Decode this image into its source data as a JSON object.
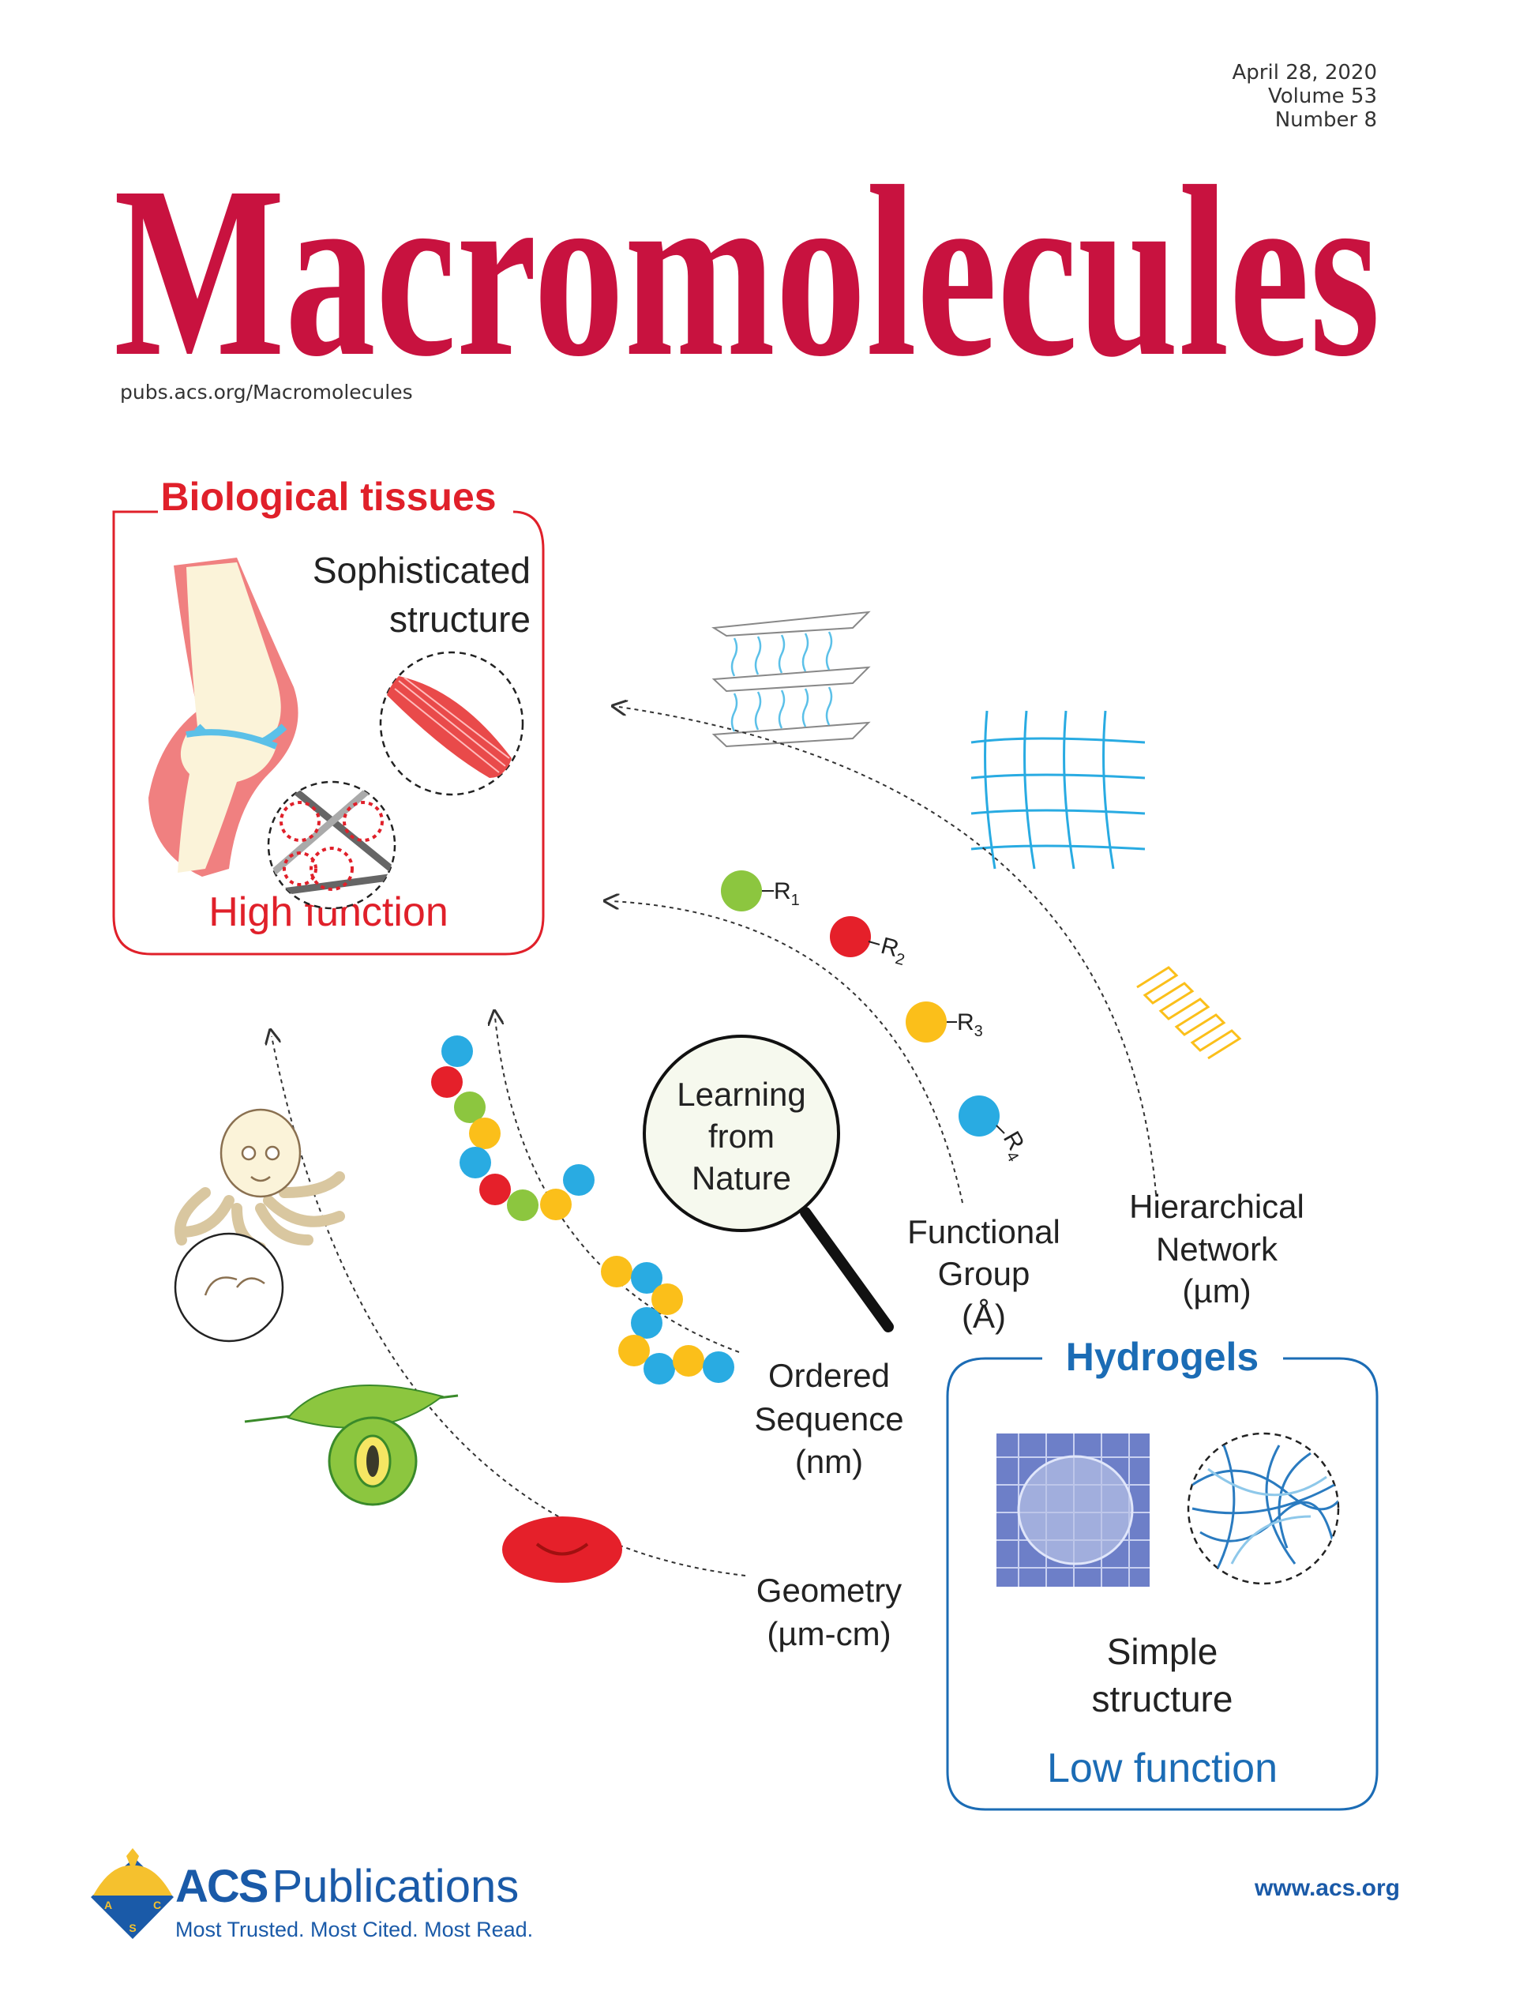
{
  "masthead": {
    "journal_title": "Macromolecules",
    "date": "April 28, 2020",
    "volume": "Volume 53",
    "number": "Number 8",
    "url": "pubs.acs.org/Macromolecules"
  },
  "cover_art": {
    "biological_tissues": {
      "title": "Biological tissues",
      "structure_line1": "Sophisticated",
      "structure_line2": "structure",
      "function": "High function"
    },
    "hydrogels": {
      "title": "Hydrogels",
      "structure_line1": "Simple",
      "structure_line2": "structure",
      "function": "Low function"
    },
    "magnifier": {
      "line1": "Learning",
      "line2": "from",
      "line3": "Nature"
    },
    "levels": {
      "hierarchical": {
        "line1": "Hierarchical",
        "line2": "Network",
        "line3": "(µm)"
      },
      "functional": {
        "line1": "Functional",
        "line2": "Group",
        "line3": "(Å)"
      },
      "sequence": {
        "line1": "Ordered",
        "line2": "Sequence",
        "line3": "(nm)"
      },
      "geometry": {
        "line1": "Geometry",
        "line2": "(µm-cm)"
      }
    },
    "r_groups": [
      {
        "label": "R",
        "sub": "1",
        "color": "#8cc63f"
      },
      {
        "label": "R",
        "sub": "2",
        "color": "#e5202a"
      },
      {
        "label": "R",
        "sub": "3",
        "color": "#fbbf1a"
      },
      {
        "label": "R",
        "sub": "4",
        "color": "#29abe2"
      }
    ]
  },
  "footer": {
    "publisher_acs": "ACS",
    "publisher_name": "Publications",
    "tagline": "Most Trusted. Most Cited. Most Read.",
    "website": "www.acs.org",
    "logo_letters": [
      "A",
      "C",
      "S"
    ]
  },
  "colors": {
    "title_red": "#c8123f",
    "tissue_red": "#e0202a",
    "hydrogel_blue": "#1b6cb5",
    "acs_blue": "#1a5aa8",
    "acs_gold": "#f5c12e"
  }
}
